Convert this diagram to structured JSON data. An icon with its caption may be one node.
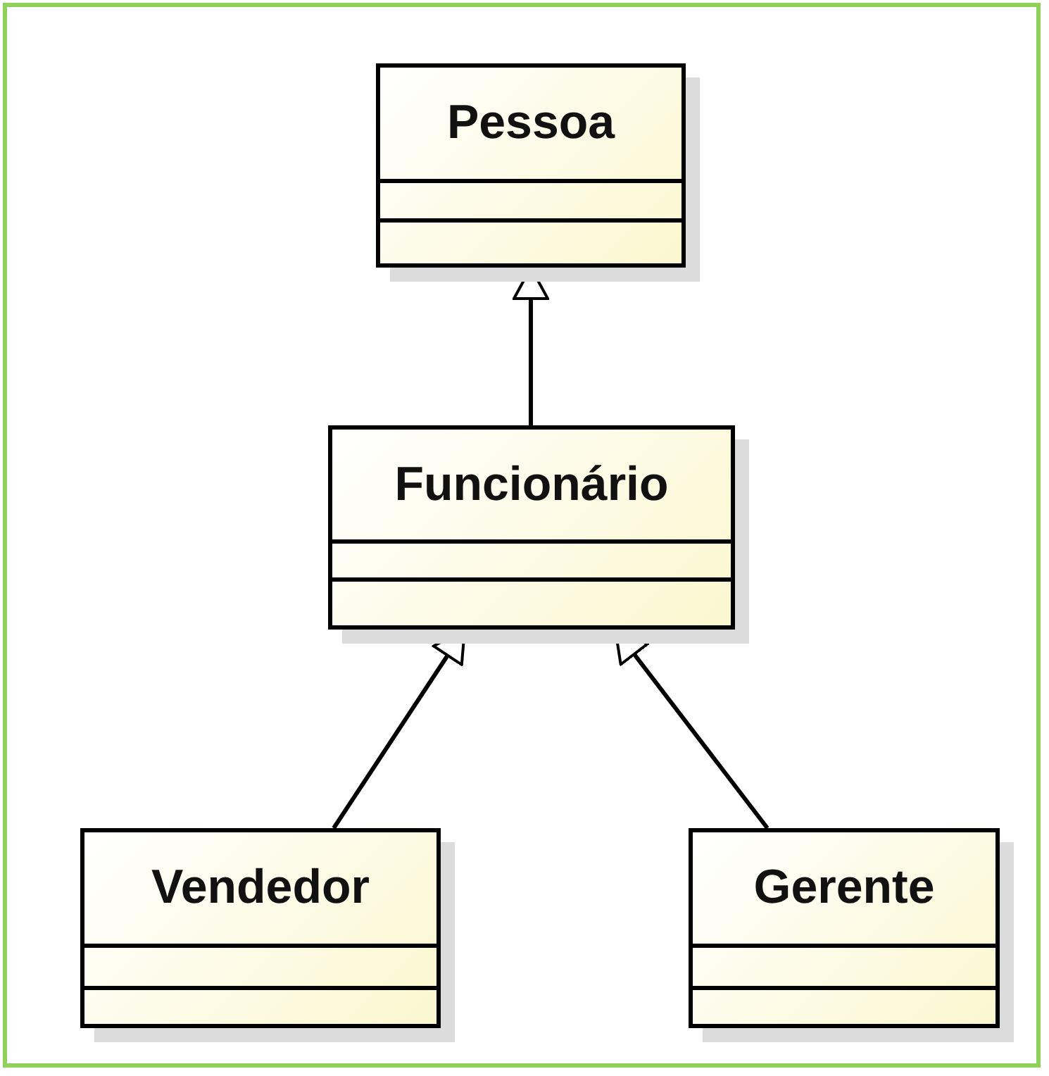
{
  "diagram": {
    "nodes": [
      {
        "text": [
          "Pessoa"
        ]
      },
      {
        "text": [
          "Funcionário"
        ]
      },
      {
        "text": [
          "Vendedor"
        ]
      },
      {
        "text": [
          "Gerente"
        ]
      }
    ],
    "edges": [
      {
        "from": 1,
        "to": 0,
        "arrow": "to"
      },
      {
        "from": 2,
        "to": 1,
        "arrow": "to"
      },
      {
        "from": 3,
        "to": 1,
        "arrow": "to"
      }
    ]
  }
}
